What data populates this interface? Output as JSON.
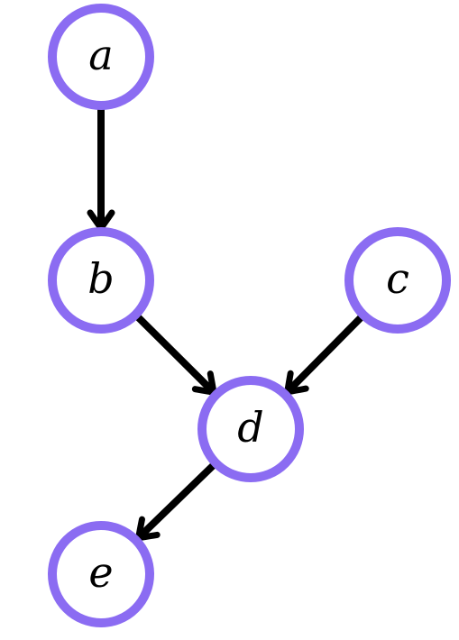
{
  "colors": {
    "node_stroke": "#8b6cf2",
    "edge": "#000000",
    "background": "#ffffff"
  },
  "nodes": [
    {
      "id": "a",
      "label": "a"
    },
    {
      "id": "b",
      "label": "b"
    },
    {
      "id": "c",
      "label": "c"
    },
    {
      "id": "d",
      "label": "d"
    },
    {
      "id": "e",
      "label": "e"
    }
  ],
  "edges": [
    {
      "from": "a",
      "to": "b"
    },
    {
      "from": "b",
      "to": "d"
    },
    {
      "from": "c",
      "to": "d"
    },
    {
      "from": "d",
      "to": "e"
    }
  ]
}
